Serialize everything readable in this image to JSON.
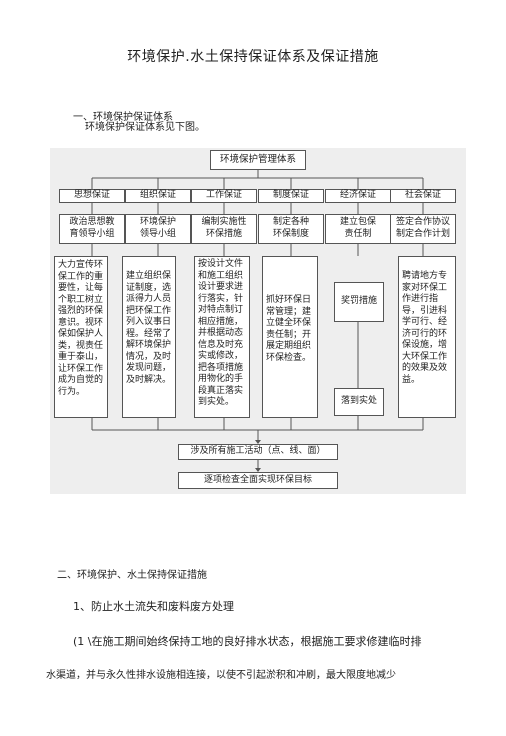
{
  "title": "环境保护.水土保持保证体系及保证措施",
  "section1": {
    "heading": "一、环境保护保证体系",
    "intro": "环境保护保证体系见下图。"
  },
  "diagram": {
    "root": "环境保护管理体系",
    "categories": [
      "思想保证",
      "组织保证",
      "工作保证",
      "制度保证",
      "经济保证",
      "社会保证"
    ],
    "subs": [
      [
        "政治思想教",
        "育领导小组"
      ],
      [
        "环境保护",
        "领导小组"
      ],
      [
        "编制实施性",
        "环保措施"
      ],
      [
        "制定各种",
        "环保制度"
      ],
      [
        "建立包保",
        "责任制"
      ],
      [
        "签定合作协议",
        "制定合作计划"
      ]
    ],
    "details": [
      "大力宣传环保工作的重要性，让每个职工树立强烈的环保意识。视环保如保护人类，视责任重于泰山，让环保工作成为自觉的行为。",
      "建立组织保证制度，选派得力人员把环保工作列入议事日程。经常了解环境保护情况，及时发现问题，及时解决。",
      "按设计文件和施工组织设计要求进行落实，针对特点制订相应措施，并根据动态信息及时充实或修改，把各项措施用物化的手段真正落实到实处。",
      "抓好环保日常管理；建立健全环保责任制；开展定期组织环保检查。",
      "奖罚措施",
      "落到实处",
      "聘请地方专家对环保工作进行指导，引进科学可行、经济可行的环保设施，增大环保工作的效果及效益。"
    ],
    "bottom1": "涉及所有施工活动（点、线、面）",
    "bottom2": "逐项检查全面实现环保目标"
  },
  "section2": {
    "heading": "二、环境保护、水土保持保证措施",
    "sub_heading": "1、防止水土流失和废料废方处理",
    "para_line1": "(1 \\在施工期间始终保持工地的良好排水状态，根据施工要求修建临时排",
    "para_line2": "水渠道，并与永久性排水设施相连接，以使不引起淤积和冲刷，最大限度地减少"
  }
}
